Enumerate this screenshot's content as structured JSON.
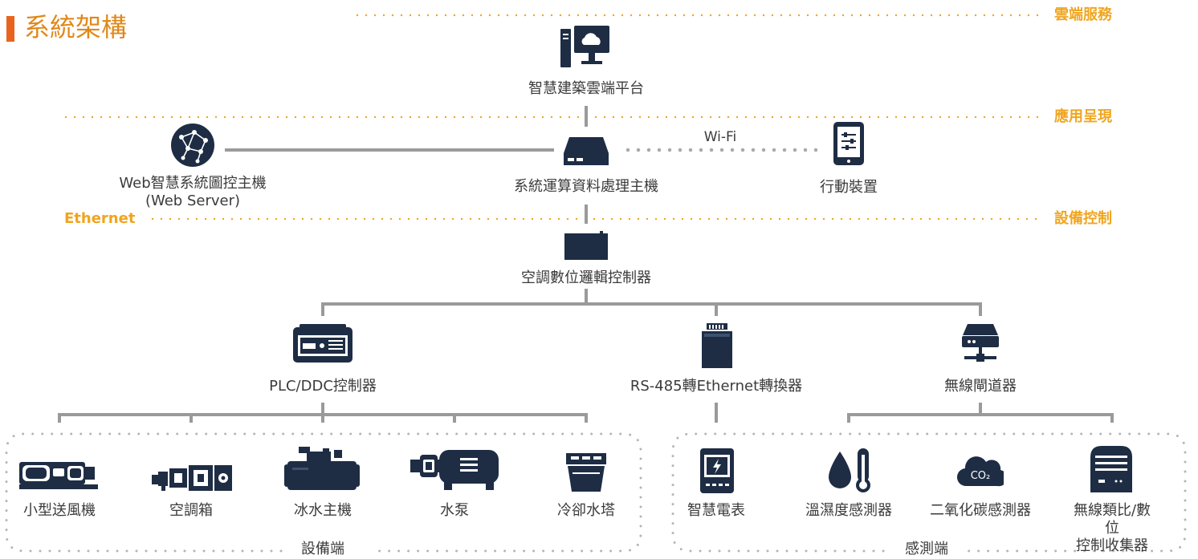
{
  "title": "系統架構",
  "colors": {
    "accent": "#f0a51e",
    "title_text": "#e0881a",
    "title_bar": "#e8641e",
    "navy": "#1e2d44",
    "connector": "#9a9a9a",
    "dots": "#b5b5b5"
  },
  "zones": {
    "cloud": "雲端服務",
    "presentation": "應用呈現",
    "control": "設備控制",
    "ethernet": "Ethernet"
  },
  "nodes": {
    "cloud_platform": {
      "label": "智慧建築雲端平台",
      "icon": "desktop-cloud-icon"
    },
    "web_server": {
      "label": "Web智慧系統圖控主機\n(Web Server)",
      "icon": "network-globe-icon"
    },
    "processing_host": {
      "label": "系統運算資料處理主機",
      "icon": "server-box-icon"
    },
    "mobile": {
      "label": "行動裝置",
      "icon": "tablet-icon"
    },
    "wifi_label": "Wi-Fi",
    "ddc": {
      "label": "空調數位邏輯控制器",
      "icon": "controller-box-icon"
    },
    "plc": {
      "label": "PLC/DDC控制器",
      "icon": "plc-icon"
    },
    "converter": {
      "label": "RS-485轉Ethernet轉換器",
      "icon": "converter-card-icon"
    },
    "gateway": {
      "label": "無線閘道器",
      "icon": "gateway-icon"
    }
  },
  "equipment": {
    "group_label": "設備端",
    "items": [
      {
        "label": "小型送風機",
        "icon": "fan-unit-icon"
      },
      {
        "label": "空調箱",
        "icon": "ahu-icon"
      },
      {
        "label": "冰水主機",
        "icon": "chiller-icon"
      },
      {
        "label": "水泵",
        "icon": "pump-icon"
      },
      {
        "label": "冷卻水塔",
        "icon": "cooling-tower-icon"
      }
    ]
  },
  "sensors": {
    "group_label": "感測端",
    "items": [
      {
        "label": "智慧電表",
        "icon": "smart-meter-icon"
      },
      {
        "label": "溫濕度感測器",
        "icon": "temp-humidity-icon"
      },
      {
        "label": "二氧化碳感測器",
        "icon": "co2-cloud-icon",
        "glyph": "CO₂"
      },
      {
        "label": "無線類比/數位\n控制收集器",
        "icon": "collector-icon"
      }
    ]
  }
}
